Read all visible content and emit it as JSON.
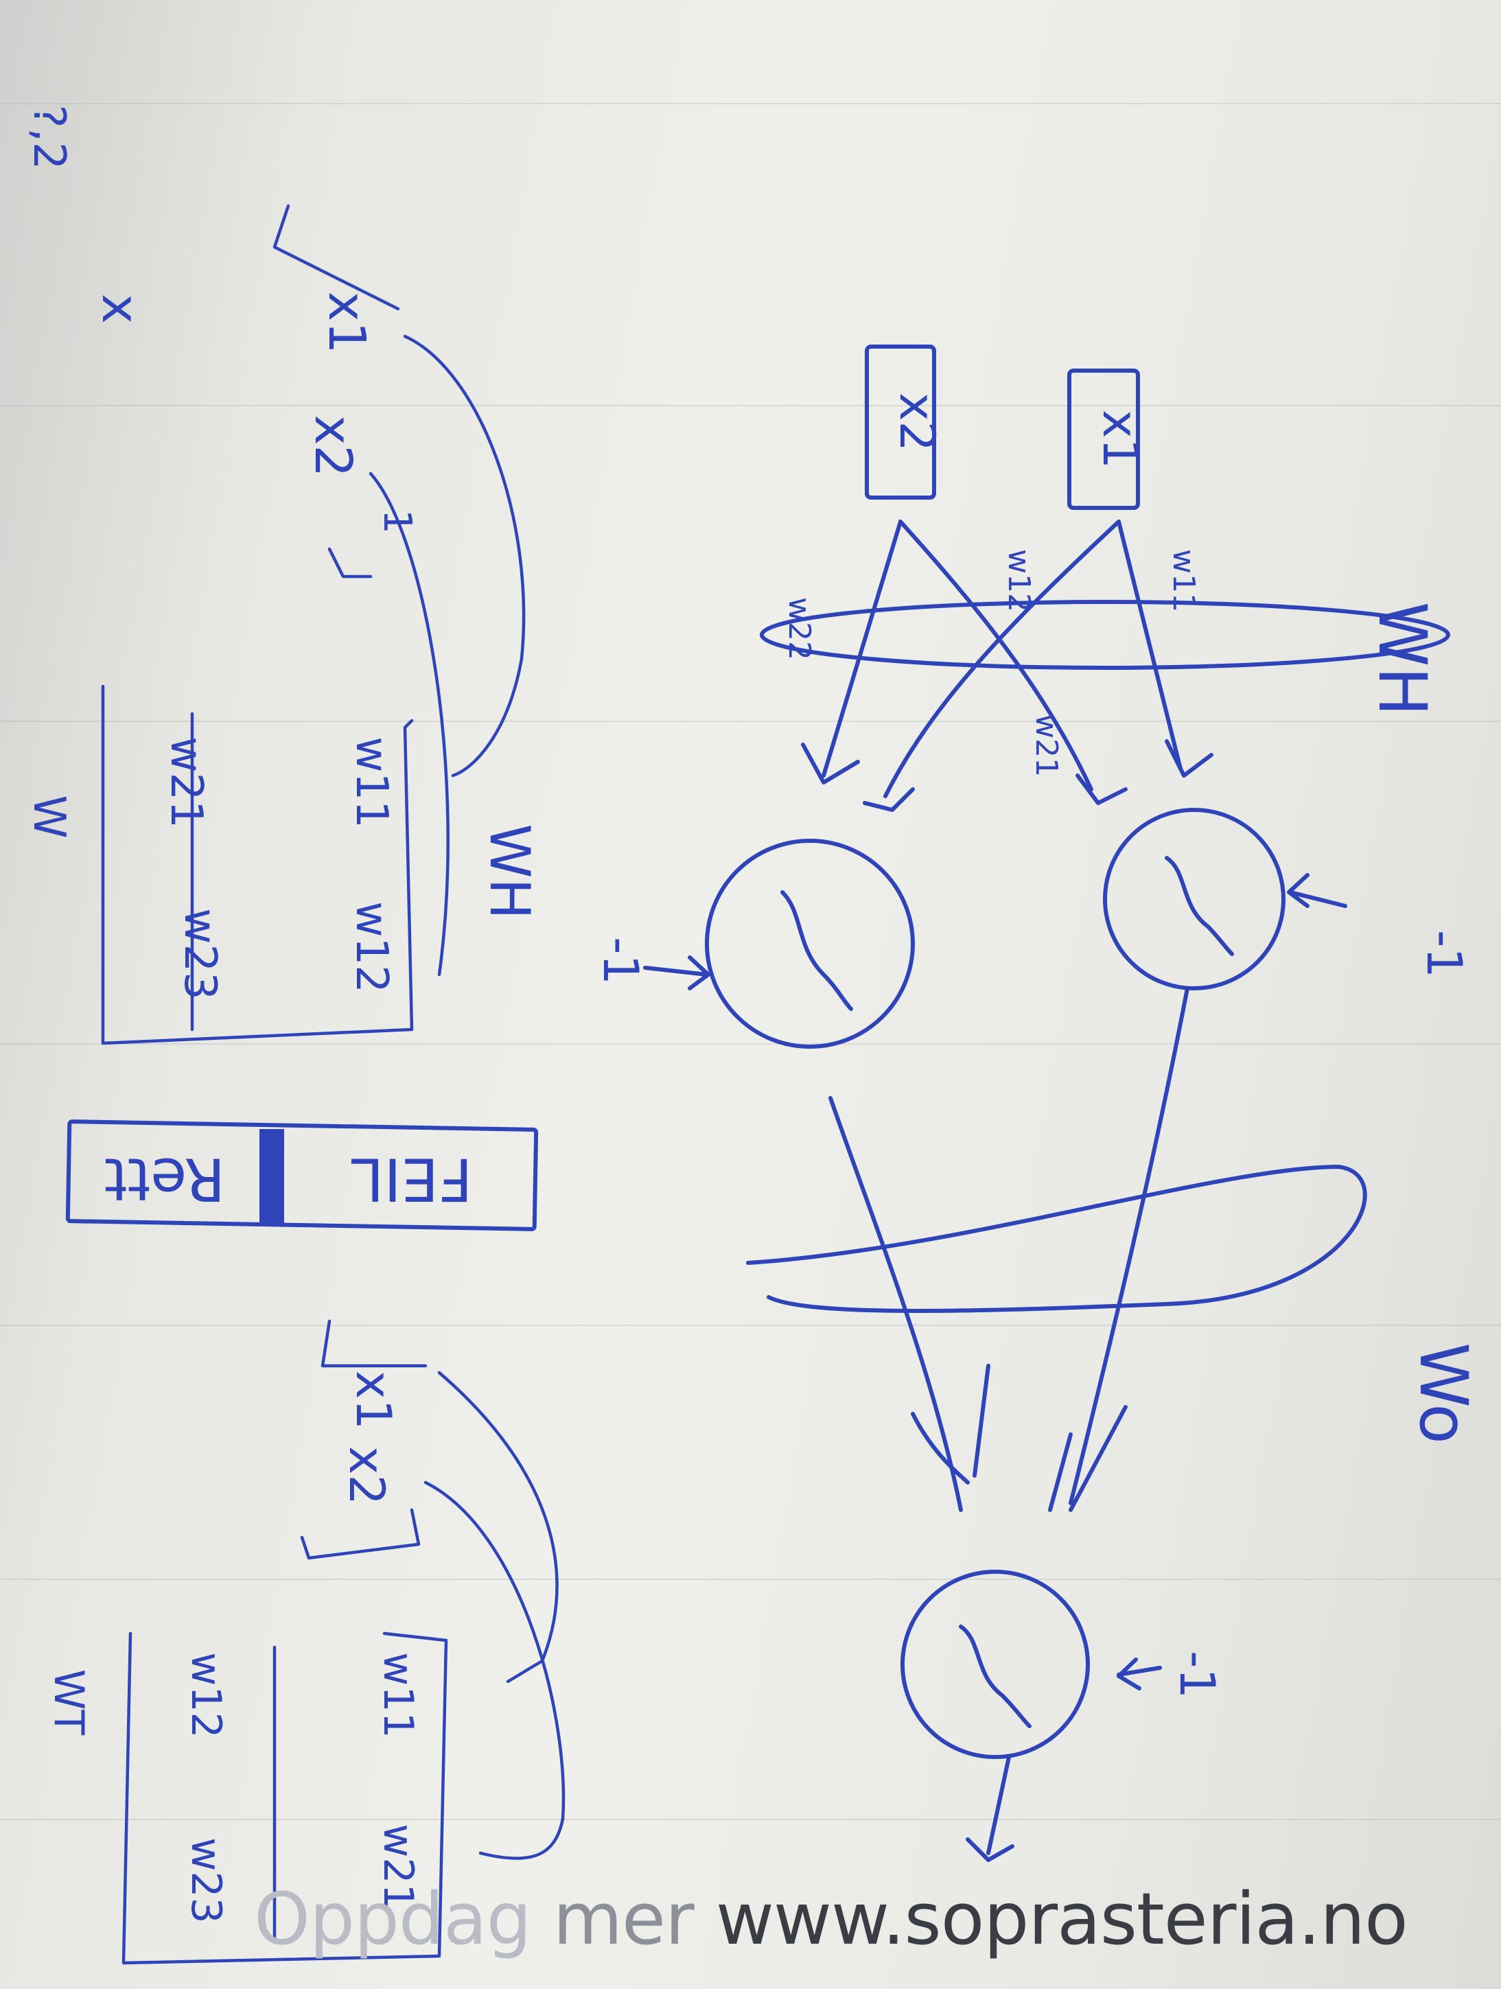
{
  "network": {
    "inputs": [
      "x1",
      "x2"
    ],
    "bias_labels": [
      "-1",
      "-1",
      "-1"
    ],
    "hidden_weight_labels": [
      "w11",
      "w12",
      "w21",
      "w22"
    ],
    "layer_labels": {
      "hidden": "WH",
      "output": "Wo"
    }
  },
  "matrix_top": {
    "vector": [
      "x1",
      "x2",
      "1"
    ],
    "weights": [
      [
        "w11",
        "w12"
      ],
      [
        "w21",
        "w23"
      ]
    ],
    "label": "WH",
    "below": "W"
  },
  "box": {
    "wrong": "FEIL",
    "right": "Rett"
  },
  "matrix_bottom": {
    "vector": [
      "x1",
      "x2"
    ],
    "weights": [
      [
        "w11",
        "w21"
      ],
      [
        "w12",
        "w23"
      ]
    ],
    "label": "WT"
  },
  "margin_notes": {
    "shape": "?,2",
    "times": "x"
  },
  "footer": {
    "faded": "Oppdag",
    "mid": " mer ",
    "url": "www.soprasteria.no"
  },
  "colors": {
    "ink": "#2e44b8",
    "paper": "#ececE8"
  }
}
